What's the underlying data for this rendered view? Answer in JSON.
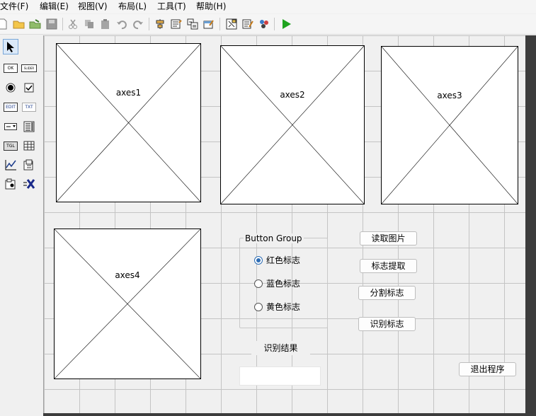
{
  "menu": {
    "file": "文件(F)",
    "edit": "编辑(E)",
    "view": "视图(V)",
    "layout": "布局(L)",
    "tools": "工具(T)",
    "help": "帮助(H)"
  },
  "toolbar": {
    "icons": [
      "new-file-icon",
      "open-folder-icon",
      "save-icon",
      "cut-icon",
      "copy-icon",
      "paste-icon",
      "undo-icon",
      "redo-icon",
      "align-icon",
      "menu-editor-icon",
      "tab-order-icon",
      "toolbar-editor-icon",
      "mfile-editor-icon",
      "property-inspector-icon",
      "object-browser-icon",
      "run-icon"
    ]
  },
  "palette": {
    "button_ok": "OK",
    "button_slider": "SLIDER",
    "button_edit": "EDIT",
    "button_txt": "TXT",
    "button_tgl": "TGL"
  },
  "axes": [
    {
      "label": "axes1"
    },
    {
      "label": "axes2"
    },
    {
      "label": "axes3"
    },
    {
      "label": "axes4"
    }
  ],
  "button_group": {
    "title": "Button Group",
    "options": [
      "红色标志",
      "蓝色标志",
      "黄色标志"
    ],
    "selected_index": 0
  },
  "buttons": {
    "read_image": "读取图片",
    "extract_sign": "标志提取",
    "segment_sign": "分割标志",
    "recognize_sign": "识别标志",
    "exit_program": "退出程序"
  },
  "result": {
    "label": "识别结果",
    "value": ""
  },
  "colors": {
    "radio_selected": "#2e6db4",
    "run_icon": "#1fa31f"
  }
}
